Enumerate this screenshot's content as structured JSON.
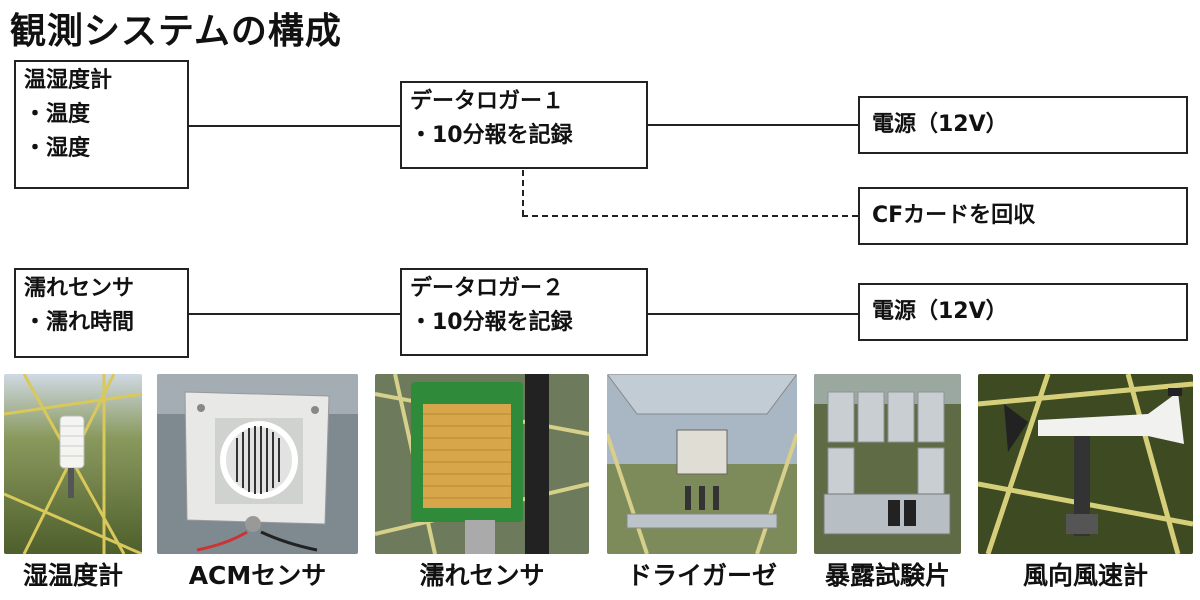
{
  "title": "観測システムの構成",
  "system1": {
    "sensor": {
      "name": "温湿度計",
      "items": [
        "・温度",
        "・湿度"
      ]
    },
    "logger": {
      "name": "データロガー１",
      "detail": "・10分報を記録"
    },
    "power": "電源（12V）",
    "storage": "CFカードを回収"
  },
  "system2": {
    "sensor": {
      "name": "濡れセンサ",
      "items": [
        "・濡れ時間"
      ]
    },
    "logger": {
      "name": "データロガー２",
      "detail": "・10分報を記録"
    },
    "power": "電源（12V）"
  },
  "photos": [
    {
      "caption": "湿温度計"
    },
    {
      "caption": "ACMセンサ"
    },
    {
      "caption": "濡れセンサ"
    },
    {
      "caption": "ドライガーゼ"
    },
    {
      "caption": "暴露試験片"
    },
    {
      "caption": "風向風速計"
    }
  ]
}
